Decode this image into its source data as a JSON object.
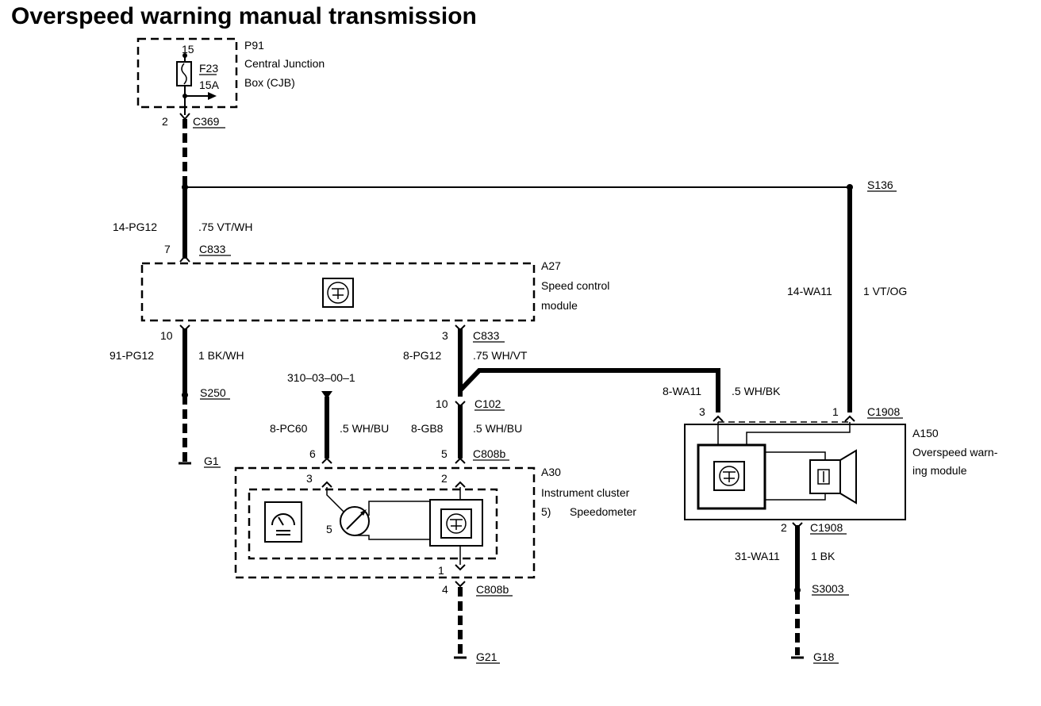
{
  "title": "Overspeed warning manual transmission",
  "cjb": {
    "id": "P91",
    "name_line1": "Central Junction",
    "name_line2": "Box (CJB)",
    "pin_in": "15",
    "fuse_id": "F23",
    "fuse_rating": "15A"
  },
  "c369": {
    "pin": "2",
    "connector": "C369"
  },
  "splice_s136": "S136",
  "wire_14pg12": {
    "circuit": "14-PG12",
    "spec": ".75 VT/WH"
  },
  "speed_ctrl": {
    "id": "A27",
    "name_line1": "Speed control",
    "name_line2": "module",
    "pin_top": "7",
    "conn_top": "C833",
    "pin_left": "10",
    "pin_right": "3",
    "conn_right": "C833"
  },
  "wire_91pg12": {
    "circuit": "91-PG12",
    "spec": "1 BK/WH"
  },
  "splice_s250": "S250",
  "ground_g1": "G1",
  "wire_8pg12": {
    "circuit": "8-PG12",
    "spec": ".75 WH/VT"
  },
  "c102": {
    "pin": "10",
    "connector": "C102"
  },
  "wire_8gb8": {
    "circuit": "8-GB8",
    "spec": ".5 WH/BU"
  },
  "ref_310": "310–03–00–1",
  "wire_8pc60": {
    "circuit": "8-PC60",
    "spec": ".5 WH/BU"
  },
  "c808b_top": {
    "pin_left": "6",
    "pin_right": "5",
    "connector": "C808b"
  },
  "cluster": {
    "id": "A30",
    "name": "Instrument cluster",
    "sub": "5)",
    "sub_name": "Speedometer",
    "inner_pin_left": "3",
    "inner_pin_right": "2",
    "inner_pin_5": "5",
    "inner_pin_1": "1"
  },
  "c808b_bottom": {
    "pin": "4",
    "connector": "C808b"
  },
  "ground_g21": "G21",
  "wire_14wa11": {
    "circuit": "14-WA11",
    "spec": "1 VT/OG"
  },
  "wire_8wa11": {
    "circuit": "8-WA11",
    "spec": ".5 WH/BK"
  },
  "c1908_top": {
    "pin_left": "3",
    "pin_right": "1",
    "connector": "C1908"
  },
  "overspeed": {
    "id": "A150",
    "name_line1": "Overspeed warn-",
    "name_line2": "ing module"
  },
  "c1908_bottom": {
    "pin": "2",
    "connector": "C1908"
  },
  "wire_31wa11": {
    "circuit": "31-WA11",
    "spec": "1 BK"
  },
  "splice_s3003": "S3003",
  "ground_g18": "G18"
}
